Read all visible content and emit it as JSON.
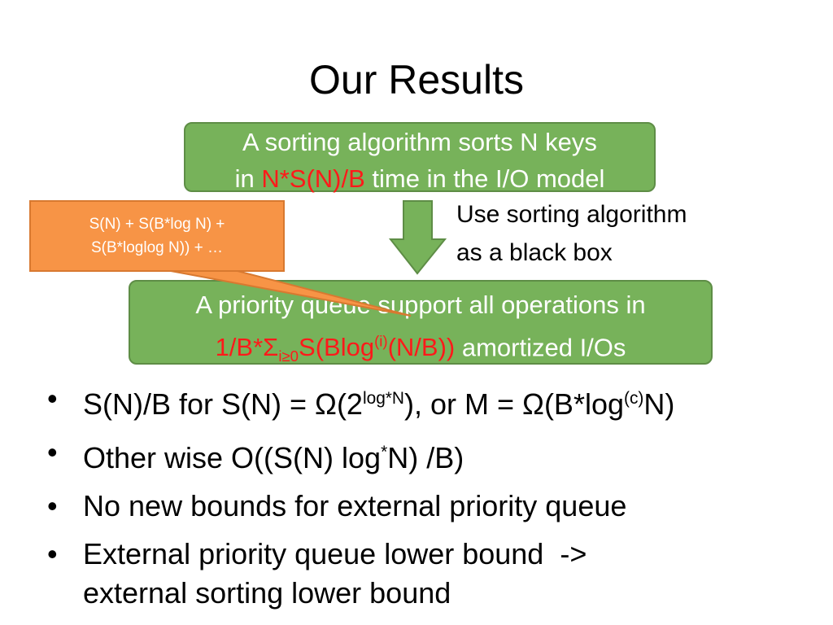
{
  "title": "Our Results",
  "box_sorting": {
    "line1": "A sorting algorithm sorts N keys",
    "line2_pre": "in ",
    "line2_red": "N*S(N)/B",
    "line2_post": " time in the I/O model"
  },
  "arrow_note": {
    "line1": "Use sorting algorithm",
    "line2": "as a black box"
  },
  "callout": {
    "line1": "S(N) + S(B*log N) +",
    "line2": "S(B*loglog N)) + …"
  },
  "box_pq": {
    "line1": "A priority queue support all operations in",
    "red_a": "1/B*Σ",
    "red_sub": "i≥0",
    "red_b": "S(Blog",
    "red_sup": "(i)",
    "red_c": "(N/B))",
    "post": " amortized I/Os"
  },
  "bullets": {
    "b1_a": "S(N)/B for S(N) = Ω(2",
    "b1_sup1": "log*N",
    "b1_b": "), or M = Ω(B*log",
    "b1_sup2": "(c)",
    "b1_c": "N)",
    "b2_a": "Other wise O((S(N) log",
    "b2_sup": "*",
    "b2_b": "N) /B)",
    "b3": "No new bounds for external priority queue",
    "b4_line1": "External priority queue lower bound  ->",
    "b4_line2": "external sorting lower bound",
    "marker": "•"
  },
  "colors": {
    "green_box": "#77b25a",
    "orange_callout": "#f79446",
    "highlight_red": "#ff1a1a"
  }
}
